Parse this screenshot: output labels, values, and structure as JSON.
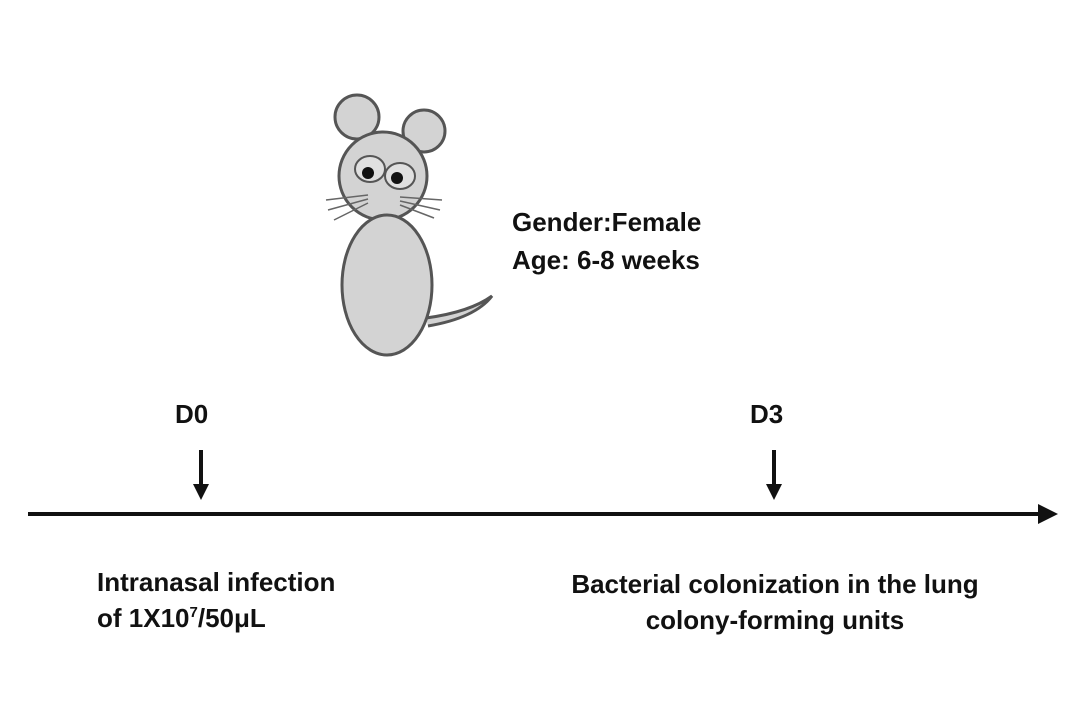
{
  "subject": {
    "gender_label": "Gender:Female",
    "age_label": "Age: 6-8 weeks"
  },
  "timeline": {
    "points": [
      {
        "label": "D0",
        "description_lines": [
          "Intranasal infection",
          "of 1X10"
        ],
        "superscript": "7",
        "suffix": "/50μL"
      },
      {
        "label": "D3",
        "description_lines": [
          "Bacterial colonization in the lung",
          "colony-forming units"
        ]
      }
    ]
  }
}
